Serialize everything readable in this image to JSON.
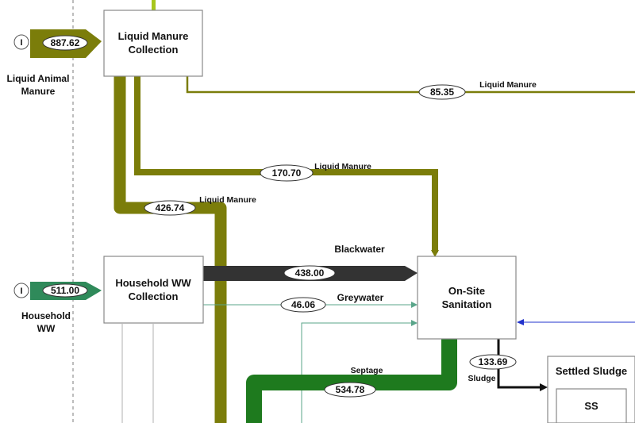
{
  "nodes": {
    "liquid_manure_collection": {
      "line1": "Liquid Manure",
      "line2": "Collection"
    },
    "household_ww_collection": {
      "line1": "Household WW",
      "line2": "Collection"
    },
    "onsite_sanitation": {
      "line1": "On-Site",
      "line2": "Sanitation"
    },
    "settled_sludge": {
      "title": "Settled Sludge",
      "inner": "SS"
    }
  },
  "inputs": {
    "liquid_animal_manure": {
      "marker": "I",
      "value": "887.62",
      "line1": "Liquid Animal",
      "line2": "Manure"
    },
    "household_ww": {
      "marker": "I",
      "value": "511.00",
      "line1": "Household",
      "line2": "WW"
    }
  },
  "flows": {
    "manure_top": {
      "value": "85.35",
      "label": "Liquid Manure"
    },
    "manure_mid": {
      "value": "170.70",
      "label": "Liquid Manure"
    },
    "manure_big": {
      "value": "426.74",
      "label": "Liquid Manure"
    },
    "blackwater": {
      "value": "438.00",
      "label": "Blackwater"
    },
    "greywater": {
      "value": "46.06",
      "label": "Greywater"
    },
    "septage": {
      "value": "534.78",
      "label": "Septage"
    },
    "sludge": {
      "value": "133.69",
      "label": "Sludge"
    }
  },
  "colors": {
    "manure": "#7b7d0a",
    "manure_light": "#a7c61c",
    "blackwater": "#333333",
    "greywater": "#5aa58a",
    "septage": "#1e7a1e",
    "sludge": "#111111",
    "blue_line": "#2233cc",
    "household_input": "#2f8a5a"
  }
}
